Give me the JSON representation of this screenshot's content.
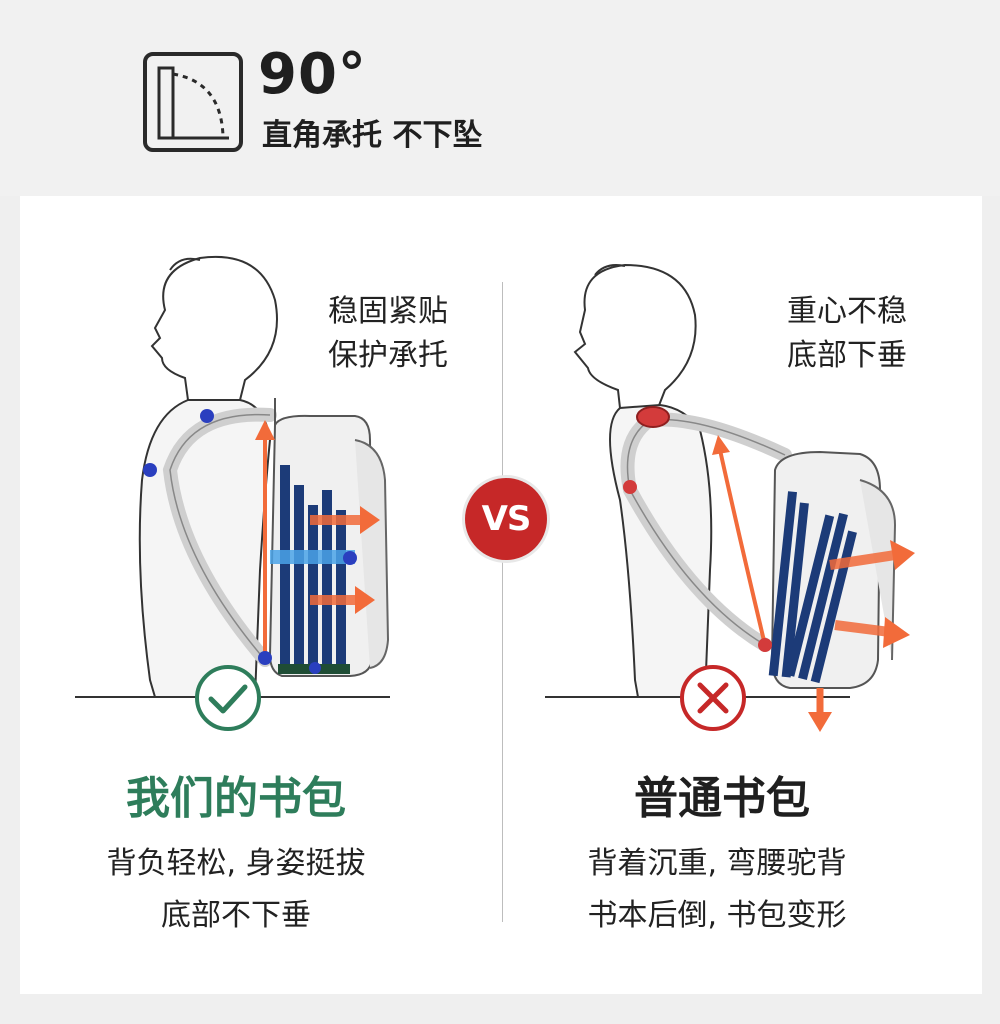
{
  "header": {
    "angle_value": "90°",
    "angle_caption": "直角承托 不下坠",
    "icon": "right-angle-icon"
  },
  "left": {
    "callout_line1": "稳固紧贴",
    "callout_line2": "保护承托",
    "title": "我们的书包",
    "desc_line1": "背负轻松, 身姿挺拔",
    "desc_line2": "底部不下垂",
    "status_icon": "check-circle-icon",
    "accent_color": "#2e7d5b"
  },
  "vs_label": "VS",
  "right": {
    "callout_line1": "重心不稳",
    "callout_line2": "底部下垂",
    "title": "普通书包",
    "desc_line1": "背着沉重, 弯腰驼背",
    "desc_line2": "书本后倒, 书包变形",
    "status_icon": "x-circle-icon",
    "accent_color": "#c62828"
  },
  "colors": {
    "arrow": "#f26b3a",
    "books": "#1c3b78",
    "strap_dot_good": "#2a3fbf",
    "strap_dot_bad": "#d33b3b"
  }
}
